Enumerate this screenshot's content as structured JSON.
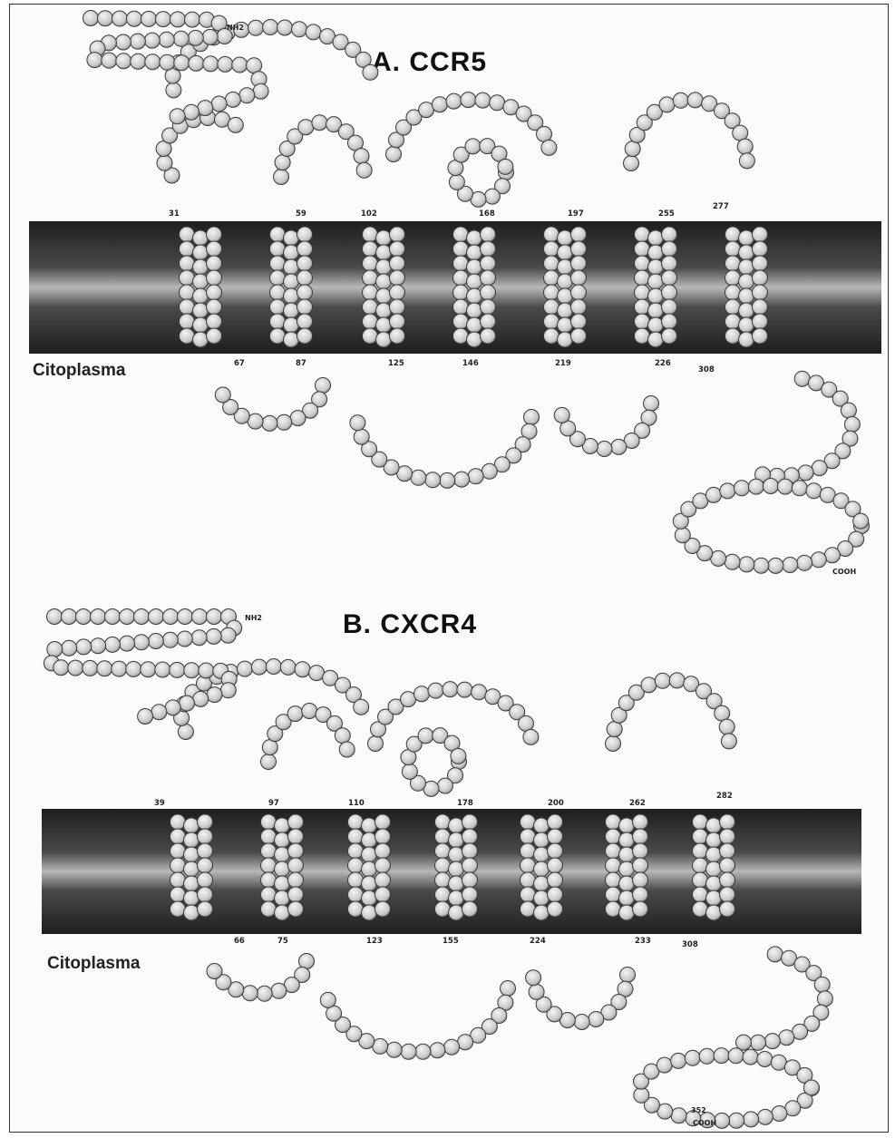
{
  "panels": [
    {
      "id": "ccr5",
      "title": "A.  CCR5",
      "cytoplasm_label": "Citoplasma",
      "n_terminus": "NH2",
      "c_terminus": "COOH",
      "residue_labels": [
        "31",
        "59",
        "102",
        "168",
        "197",
        "255",
        "277",
        "67",
        "87",
        "125",
        "146",
        "219",
        "226",
        "308"
      ]
    },
    {
      "id": "cxcr4",
      "title": "B.  CXCR4",
      "cytoplasm_label": "Citoplasma",
      "n_terminus": "NH2",
      "c_terminus": "COOH",
      "c_terminus_number": "352",
      "residue_labels": [
        "39",
        "97",
        "110",
        "178",
        "200",
        "262",
        "282",
        "66",
        "75",
        "123",
        "155",
        "224",
        "233",
        "308"
      ]
    }
  ],
  "colors": {
    "membrane_dark": "#2a2a2a",
    "membrane_light": "#9a9a9a",
    "residue_fill": "#d9d9d9",
    "residue_stroke": "#3a3a3a"
  }
}
